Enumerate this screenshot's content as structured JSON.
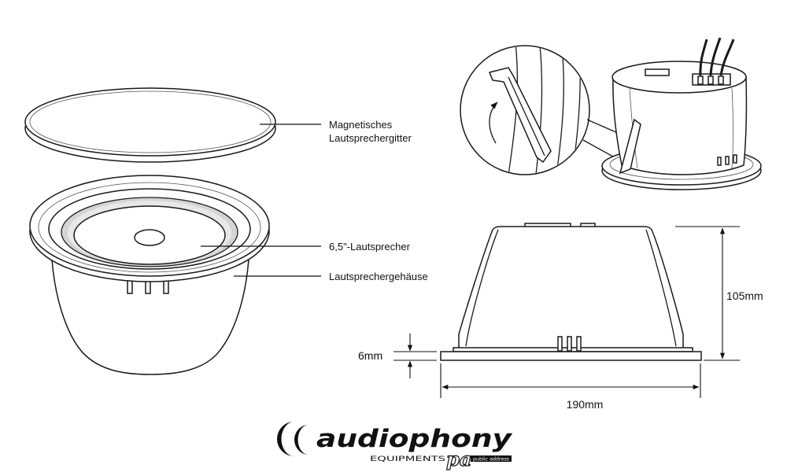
{
  "labels": {
    "grille_line1": "Magnetisches",
    "grille_line2": "Lautsprechergitter",
    "speaker": "6,5\"-Lautsprecher",
    "housing": "Lautsprechergehäuse"
  },
  "dimensions": {
    "height": "105mm",
    "flange": "6mm",
    "diameter": "190mm"
  },
  "logo": {
    "brand": "audiophony",
    "sub": "EQUIPMENTS",
    "pa": "pa",
    "tagline": "public address"
  },
  "colors": {
    "ink": "#1a1a1a",
    "surround_gray": "#d4d4d4",
    "background": "#ffffff"
  }
}
